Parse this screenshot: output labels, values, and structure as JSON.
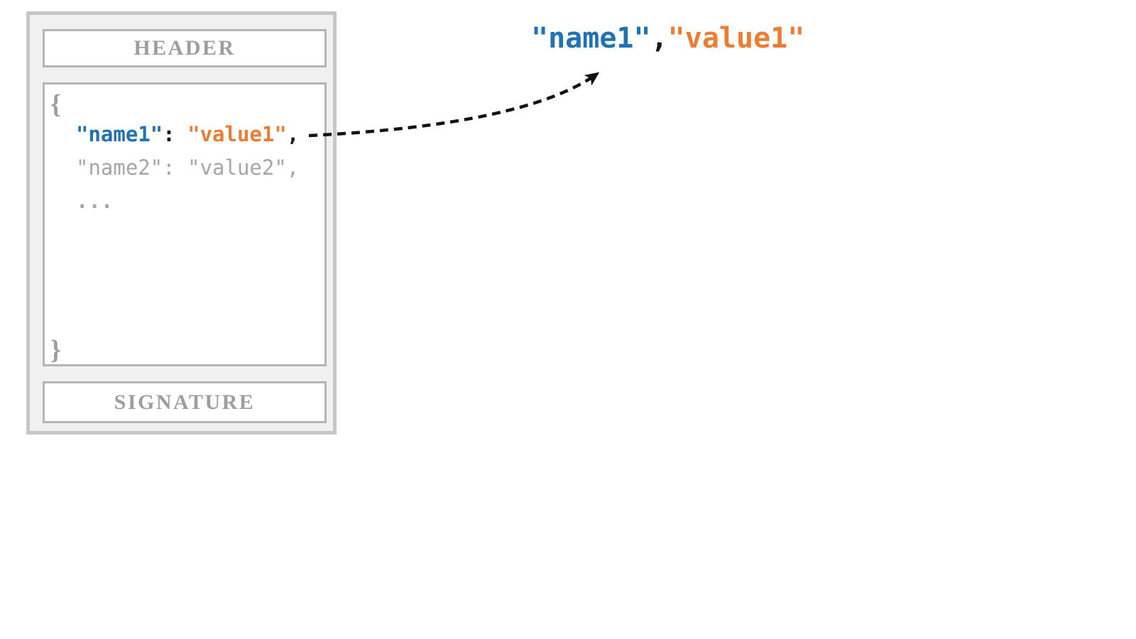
{
  "colors": {
    "code-name-blue": "#1f72b5",
    "code-value-orange": "#ed7d31",
    "muted-gray": "#a6a6a6",
    "label-gray": "#9e9e9e",
    "card-fill": "#f0f0f0",
    "card-border": "#c6c6c6",
    "box-border": "#b5b5b5",
    "arrow-black": "#111111"
  },
  "token_card": {
    "header_label": "HEADER",
    "signature_label": "SIGNATURE",
    "payload": {
      "open_brace": "{",
      "close_brace": "}",
      "pair1": {
        "name": "\"name1\"",
        "separator": ": ",
        "value": "\"value1\"",
        "comma": ","
      },
      "pair2_text": "\"name2\": \"value2\",",
      "ellipsis": "..."
    }
  },
  "callout": {
    "name": "\"name1\"",
    "comma": ",",
    "value": "\"value1\""
  }
}
